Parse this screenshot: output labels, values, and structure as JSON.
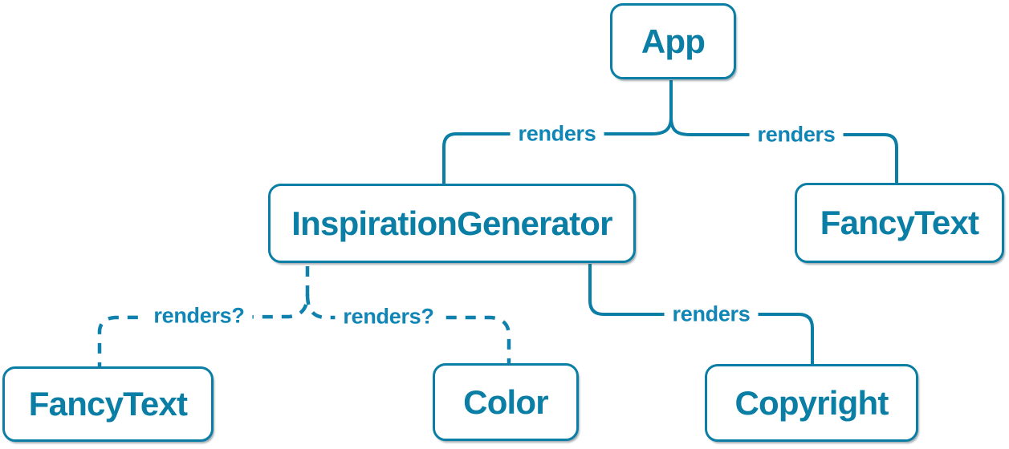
{
  "diagram": {
    "type": "component-render-tree",
    "colors": {
      "line": "#0a7ea4",
      "dashed_line": "#1081ad",
      "label_text": "#1086b6",
      "node_border": "#0a7ea4",
      "node_text": "#0a7ea4",
      "node_bg": "#ffffff"
    },
    "nodes": [
      {
        "id": "app",
        "label": "App"
      },
      {
        "id": "inspiration-generator",
        "label": "InspirationGenerator"
      },
      {
        "id": "fancy-text-top",
        "label": "FancyText"
      },
      {
        "id": "fancy-text-bottom",
        "label": "FancyText"
      },
      {
        "id": "color",
        "label": "Color"
      },
      {
        "id": "copyright",
        "label": "Copyright"
      }
    ],
    "edges": [
      {
        "from": "App",
        "to": "InspirationGenerator",
        "label": "renders",
        "style": "solid"
      },
      {
        "from": "App",
        "to": "FancyText",
        "label": "renders",
        "style": "solid"
      },
      {
        "from": "InspirationGenerator",
        "to": "FancyText",
        "label": "renders?",
        "style": "dashed"
      },
      {
        "from": "InspirationGenerator",
        "to": "Color",
        "label": "renders?",
        "style": "dashed"
      },
      {
        "from": "InspirationGenerator",
        "to": "Copyright",
        "label": "renders",
        "style": "solid"
      }
    ]
  }
}
